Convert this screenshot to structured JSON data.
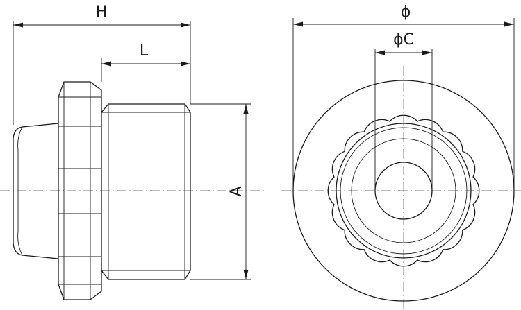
{
  "drawing": {
    "side_view": {
      "dimensions": {
        "overall_length": "H",
        "thread_length": "L",
        "thread_size": "A"
      }
    },
    "front_view": {
      "dimensions": {
        "outer_diameter": "ϕ",
        "bore_diameter": "ϕC"
      },
      "scallop_count": 16
    }
  }
}
